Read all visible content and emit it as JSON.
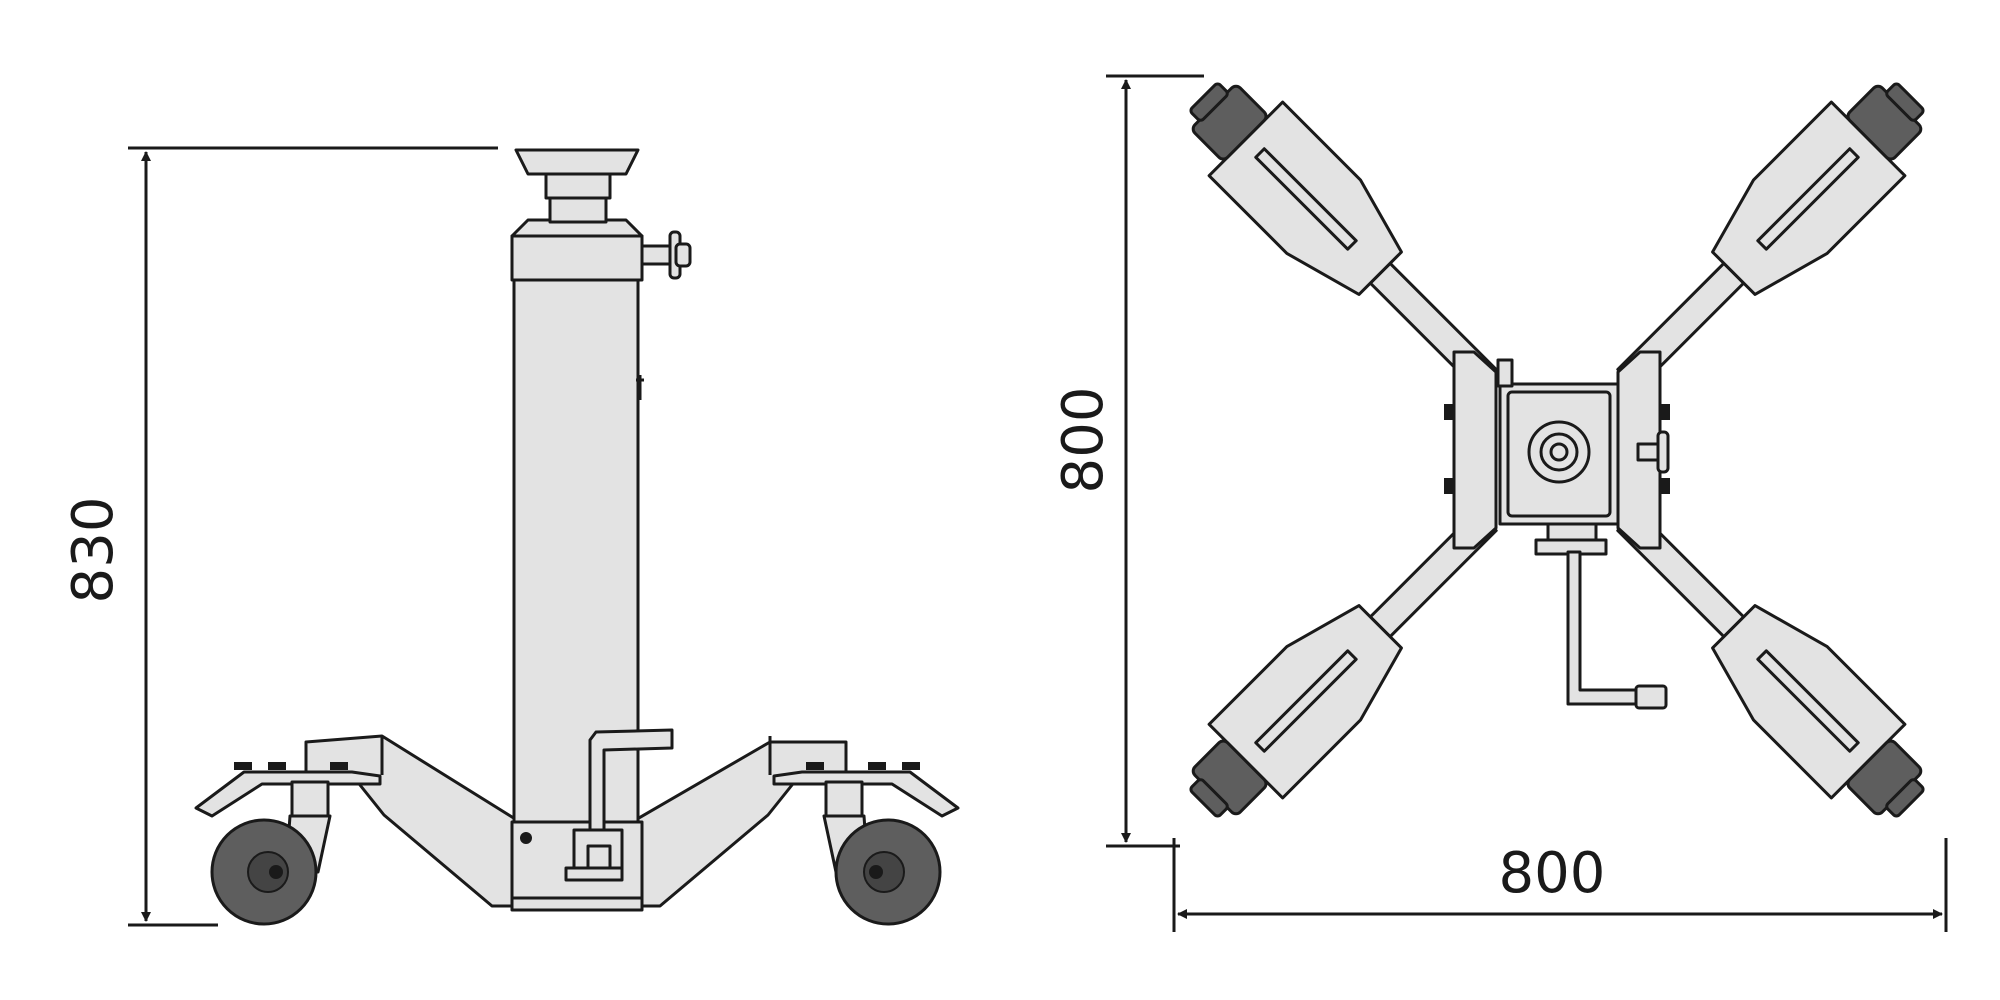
{
  "dimensions": {
    "height_label": "830",
    "depth_label": "800",
    "width_label": "800"
  },
  "colors": {
    "body": "#e3e3e3",
    "dark": "#5e5e5e",
    "line": "#1a1a1a"
  }
}
